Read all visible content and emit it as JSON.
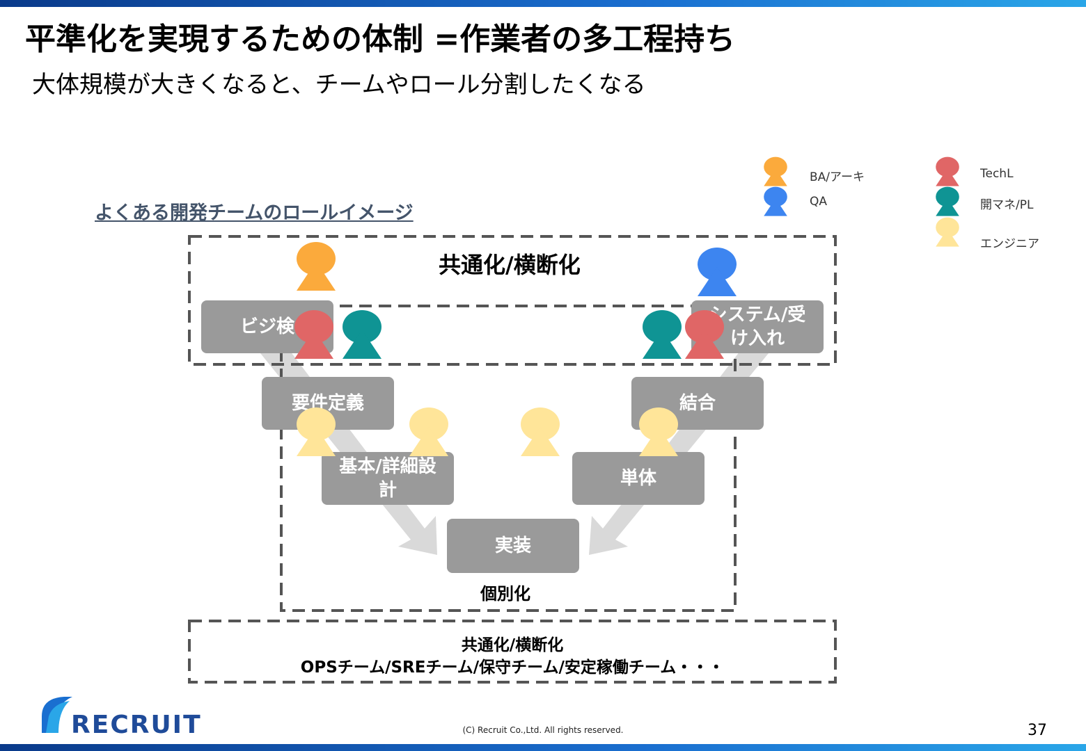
{
  "slide": {
    "title": "平準化を実現するための体制 =作業者の多工程持ち",
    "subtitle": "大体規模が大きくなると、チームやロール分割したくなる",
    "section_caption": "よくある開発チームのロールイメージ",
    "page_number": "37",
    "copyright": "(C) Recruit Co.,Ltd. All rights reserved.",
    "logo_text": "RECRUIT"
  },
  "legend": [
    {
      "label": "BA/アーキ",
      "color": "#fbaa3c"
    },
    {
      "label": "QA",
      "color": "#3d85f0"
    },
    {
      "label": "TechL",
      "color": "#e06666"
    },
    {
      "label": "開マネ/PL",
      "color": "#0f9494"
    },
    {
      "label": "エンジニア",
      "color": "#ffe599"
    }
  ],
  "process": {
    "biz": "ビジ検",
    "requirements": "要件定義",
    "design": "基本/詳細設計",
    "implementation": "実装",
    "unit": "単体",
    "integration": "結合",
    "system": "システム/受け入れ"
  },
  "regions": {
    "top_label": "共通化/横断化",
    "middle_label": "個別化",
    "bottom_label_1": "共通化/横断化",
    "bottom_label_2": "OPSチーム/SREチーム/保守チーム/安定稼働チーム・・・"
  }
}
